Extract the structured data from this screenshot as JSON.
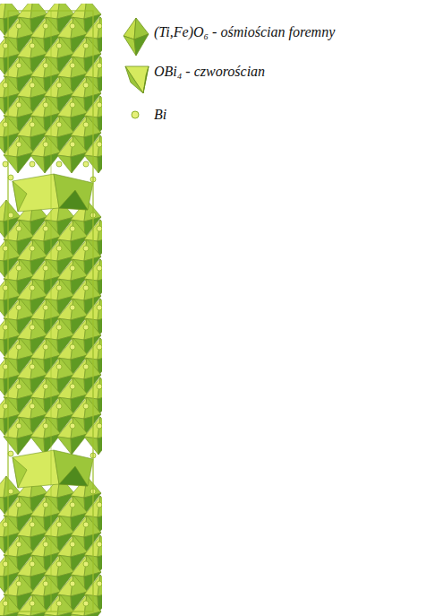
{
  "diagram": {
    "legend": [
      {
        "text": "(Ti,Fe)O₆ - ośmiościan foremny"
      },
      {
        "text": "OBi₄ - czworościan"
      },
      {
        "text": "Bi"
      }
    ]
  }
}
